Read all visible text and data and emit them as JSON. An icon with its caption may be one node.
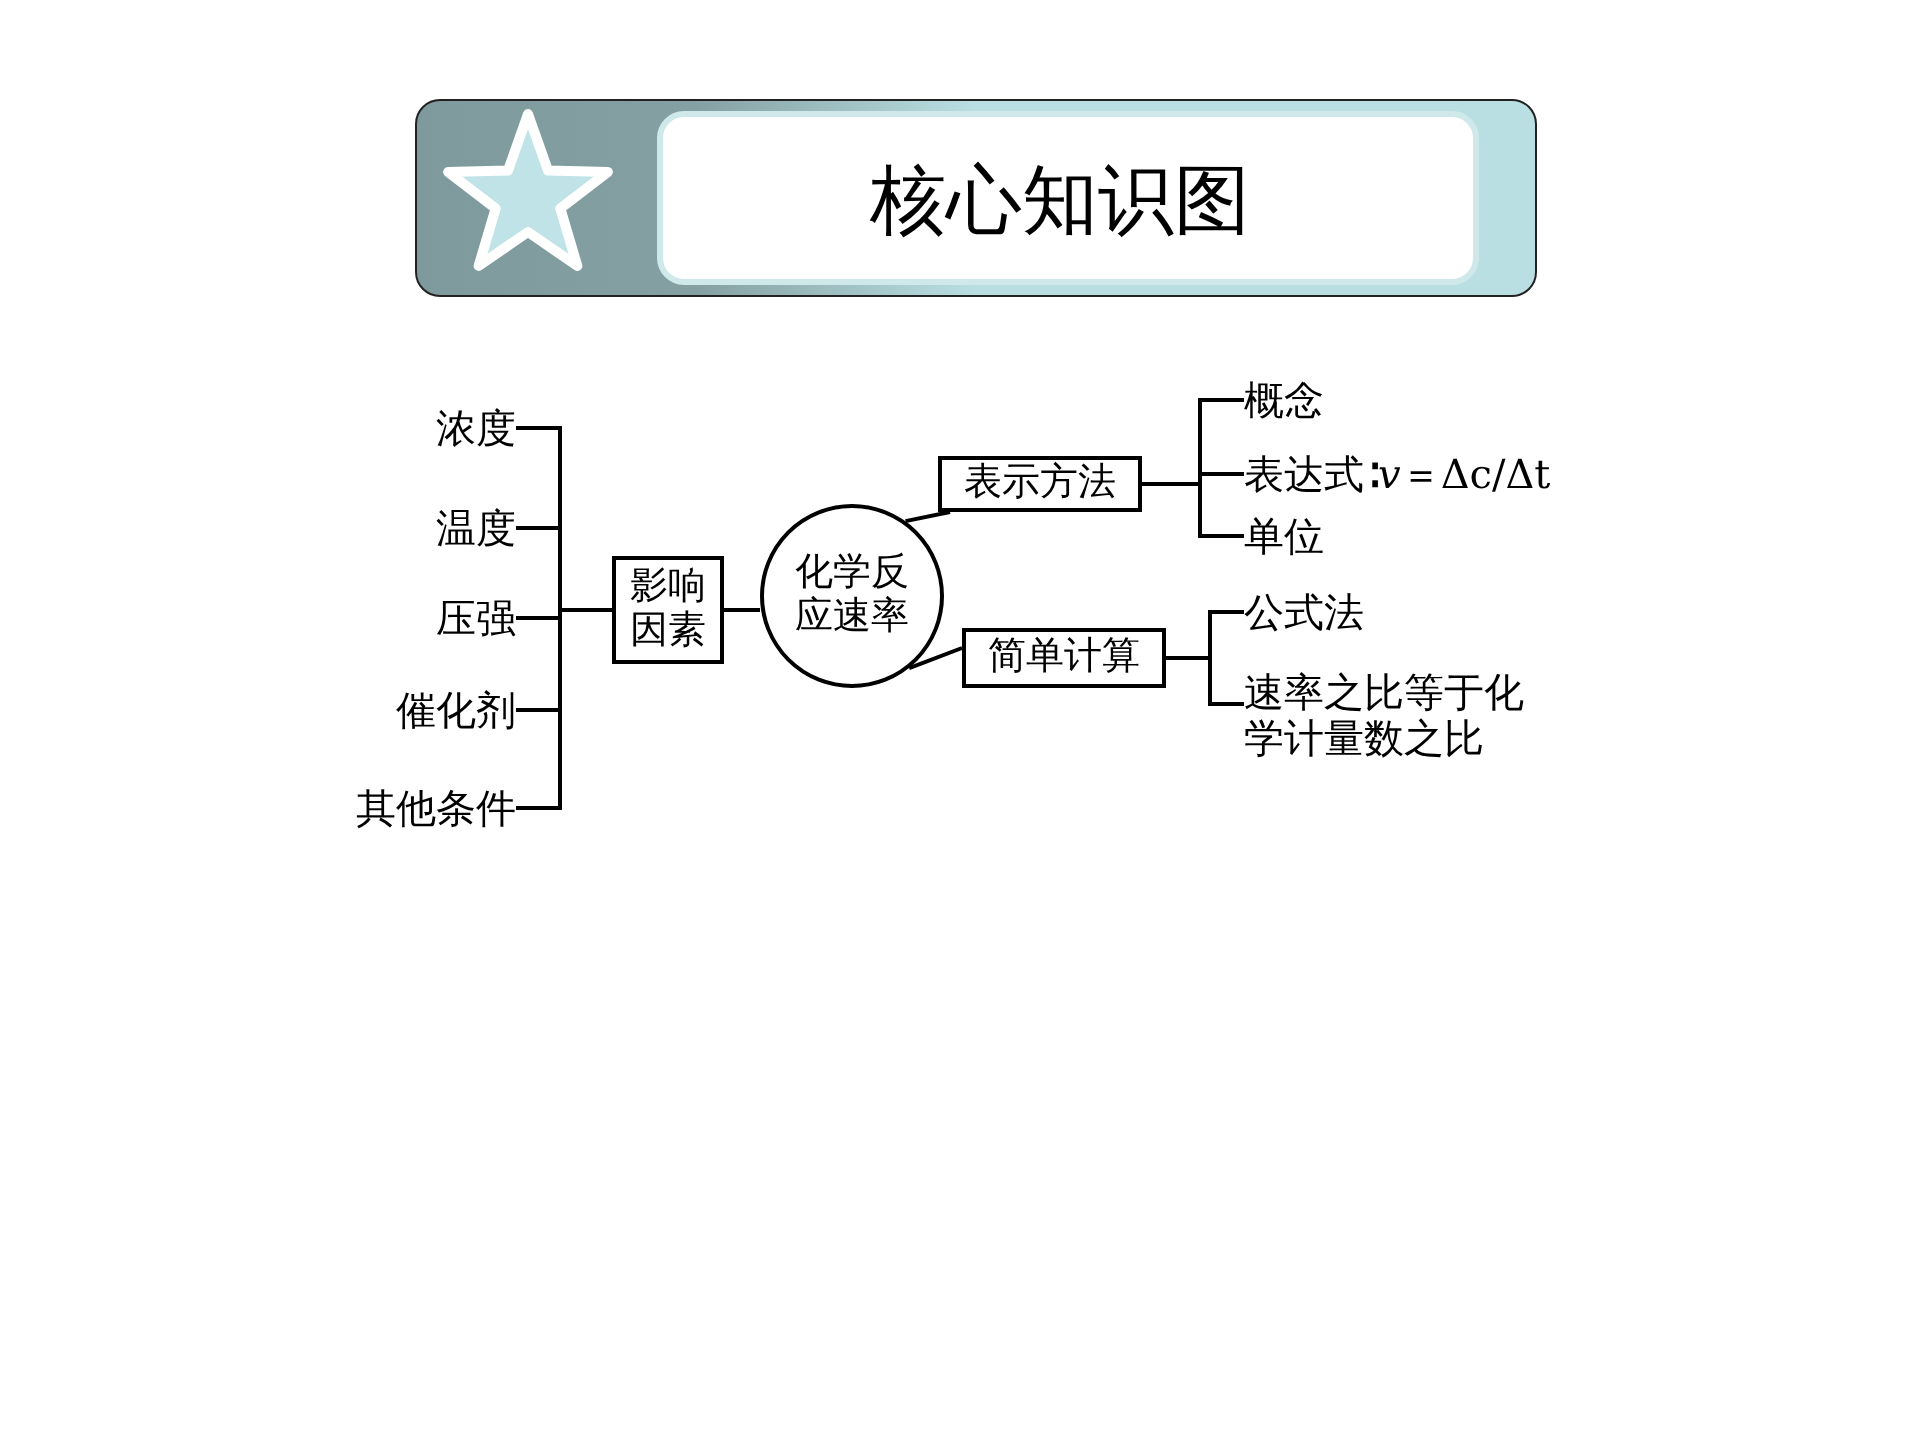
{
  "diagram": {
    "title": "核心知识图",
    "nodes": [
      {
        "text": [
          "影响因素"
        ]
      },
      {
        "text": [
          "化学反应速率"
        ]
      },
      {
        "text": [
          "表示方法"
        ]
      },
      {
        "text": [
          "简单计算"
        ]
      },
      {
        "text": [
          "浓度"
        ]
      },
      {
        "text": [
          "温度"
        ]
      },
      {
        "text": [
          "压强"
        ]
      },
      {
        "text": [
          "催化剂"
        ]
      },
      {
        "text": [
          "其他条件"
        ]
      },
      {
        "text": [
          "概念"
        ]
      },
      {
        "text": [
          "表达式∶*v*＝Δc/Δt"
        ]
      },
      {
        "text": [
          "单位"
        ]
      },
      {
        "text": [
          "公式法"
        ]
      },
      {
        "text": [
          "速率之比等于化学计量数之比"
        ]
      }
    ],
    "edges": [
      {
        "from": 0,
        "to": 4,
        "arrow": "none"
      },
      {
        "from": 0,
        "to": 5,
        "arrow": "none"
      },
      {
        "from": 0,
        "to": 6,
        "arrow": "none"
      },
      {
        "from": 0,
        "to": 7,
        "arrow": "none"
      },
      {
        "from": 0,
        "to": 8,
        "arrow": "none"
      },
      {
        "from": 0,
        "to": 1,
        "arrow": "none"
      },
      {
        "from": 1,
        "to": 2,
        "arrow": "none"
      },
      {
        "from": 1,
        "to": 3,
        "arrow": "none"
      },
      {
        "from": 2,
        "to": 9,
        "arrow": "none"
      },
      {
        "from": 2,
        "to": 10,
        "arrow": "none"
      },
      {
        "from": 2,
        "to": 11,
        "arrow": "none"
      },
      {
        "from": 3,
        "to": 12,
        "arrow": "none"
      },
      {
        "from": 3,
        "to": 13,
        "arrow": "none"
      }
    ]
  }
}
